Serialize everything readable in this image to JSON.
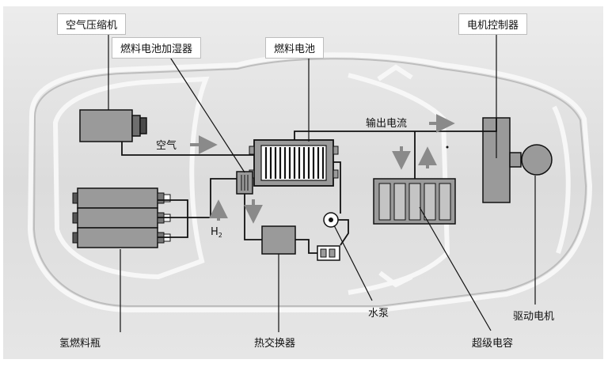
{
  "labels": {
    "air_compressor": "空气压缩机",
    "humidifier": "燃料电池加湿器",
    "fuel_cell": "燃料电池",
    "motor_controller": "电机控制器",
    "air": "空气",
    "output_current": "输出电流",
    "h2_main": "H",
    "h2_sub": "2",
    "hydrogen_tank": "氢燃料瓶",
    "heat_exchanger": "热交换器",
    "water_pump": "水泵",
    "supercapacitor": "超级电容",
    "drive_motor": "驱动电机"
  },
  "colors": {
    "background": "#e2e2e2",
    "line": "#111111",
    "component_fill": "#9a9a9a",
    "arrow": "#8a8a8a"
  }
}
